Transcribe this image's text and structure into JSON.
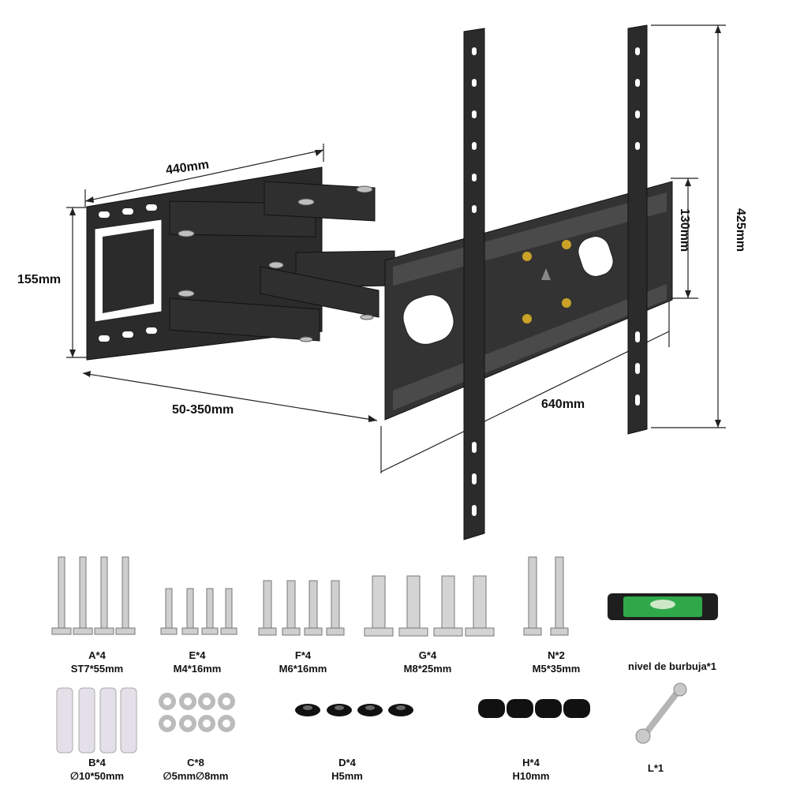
{
  "dimensions": {
    "arm_width": "440mm",
    "plate_height": "155mm",
    "extension": "50-350mm",
    "tv_plate_width": "640mm",
    "rail_spacing": "130mm",
    "bracket_height": "425mm"
  },
  "parts": [
    {
      "code": "A*4",
      "spec": "ST7*55mm"
    },
    {
      "code": "E*4",
      "spec": "M4*16mm"
    },
    {
      "code": "F*4",
      "spec": "M6*16mm"
    },
    {
      "code": "G*4",
      "spec": "M8*25mm"
    },
    {
      "code": "N*2",
      "spec": "M5*35mm"
    },
    {
      "code": "nivel de burbuja*1",
      "spec": ""
    },
    {
      "code": "B*4",
      "spec": "∅10*50mm"
    },
    {
      "code": "C*8",
      "spec": "∅5mm∅8mm"
    },
    {
      "code": "D*4",
      "spec": "H5mm"
    },
    {
      "code": "H*4",
      "spec": "H10mm"
    },
    {
      "code": "L*1",
      "spec": ""
    }
  ],
  "colors": {
    "metal": "#2b2b2b",
    "metal_light": "#4a4a4a",
    "gold": "#c9a227",
    "level_green": "#2fa84a"
  }
}
